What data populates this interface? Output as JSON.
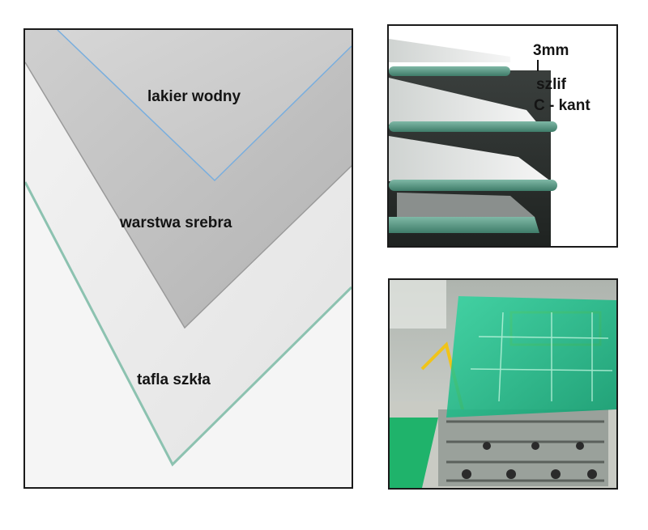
{
  "panels": {
    "layers": {
      "label_lakier": "lakier wodny",
      "label_srebro": "warstwa srebra",
      "label_szklo": "tafla szkła"
    },
    "edges": {
      "label_thickness": "3mm",
      "label_szlif": "szlif",
      "label_ckant": "C - kant"
    }
  },
  "colors": {
    "glass_edge": "#5f9e8a",
    "silver": "#bfbfbf",
    "lacquer": "#cfcfcf",
    "glass": "#e9e9e9",
    "machine_green": "#18b880",
    "safety_yellow": "#f0c419"
  }
}
